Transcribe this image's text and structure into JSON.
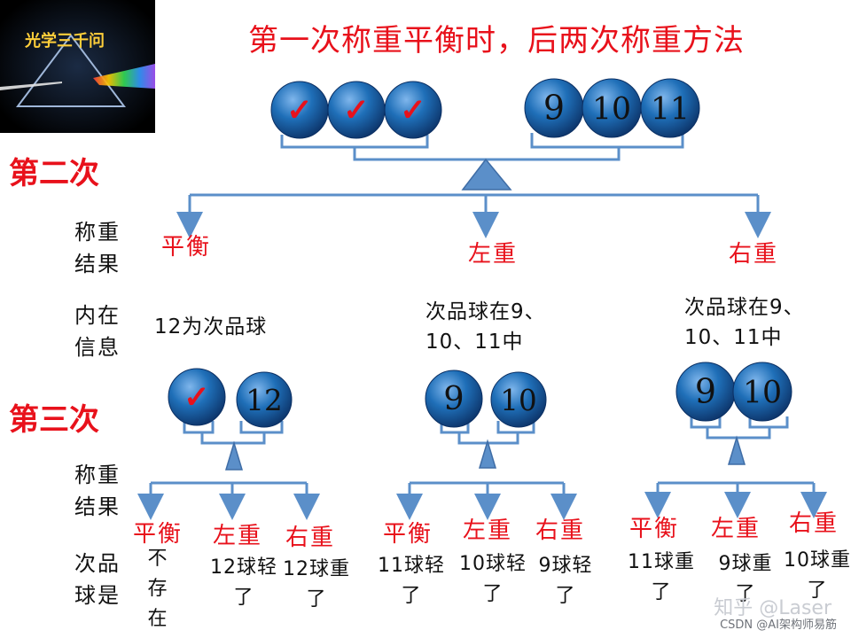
{
  "title": "第一次称重平衡时，后两次称重方法",
  "logo_text": "光学三千问",
  "stages": {
    "second": "第二次",
    "third": "第三次"
  },
  "row_labels": {
    "weigh_result": [
      "称重",
      "结果"
    ],
    "inner_info": [
      "内在",
      "信息"
    ],
    "defective_is": [
      "次品",
      "球是"
    ]
  },
  "check_mark": "✓",
  "second_weighing": {
    "left": [
      "✓",
      "✓",
      "✓"
    ],
    "right": [
      "9",
      "10",
      "11"
    ],
    "outcomes": [
      "平衡",
      "左重",
      "右重"
    ]
  },
  "inner_info": [
    "12为次品球",
    "次品球在9、10、11中",
    "次品球在9、10、11中"
  ],
  "third_weighing": [
    {
      "balls": [
        "✓",
        "12"
      ],
      "outcomes": [
        "平衡",
        "左重",
        "右重"
      ],
      "results": [
        "不存在",
        "12球轻了",
        "12球重了"
      ]
    },
    {
      "balls": [
        "9",
        "10"
      ],
      "outcomes": [
        "平衡",
        "左重",
        "右重"
      ],
      "results": [
        "11球轻了",
        "10球轻了",
        "9球轻了"
      ]
    },
    {
      "balls": [
        "9",
        "10"
      ],
      "outcomes": [
        "平衡",
        "左重",
        "右重"
      ],
      "results": [
        "11球重了",
        "9球重了",
        "10球重了"
      ]
    }
  ],
  "watermark": {
    "zhihu": "知乎 @Laser",
    "csdn": "CSDN @AI架构师易筋"
  },
  "colors": {
    "accent_red": "#e8111b",
    "line_blue": "#5b8fc9",
    "ball_blue": "#1f6fb8",
    "ball_dark": "#0b2f63"
  }
}
